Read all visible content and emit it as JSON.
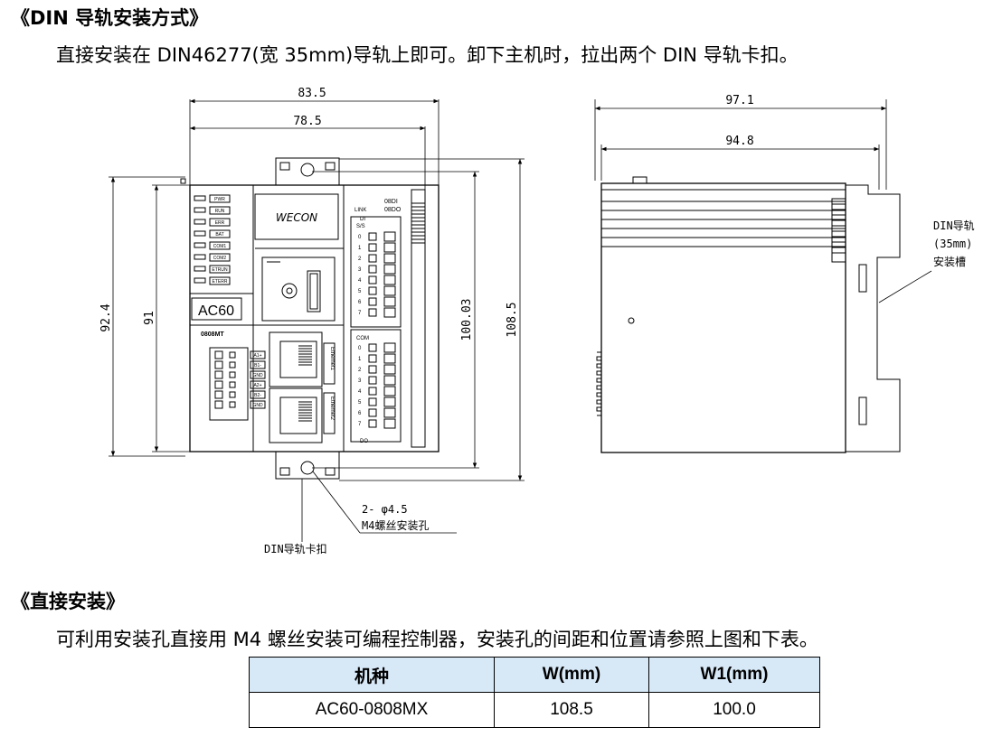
{
  "section1": {
    "heading": "《DIN 导轨安装方式》",
    "text": "直接安装在 DIN46277(宽 35mm)导轨上即可。卸下主机时，拉出两个 DIN 导轨卡扣。"
  },
  "figure": {
    "dim_width_outer": "83.5",
    "dim_width_inner": "78.5",
    "dim_height_left_outer": "92.4",
    "dim_height_left_inner": "91",
    "dim_height_right_inner": "100.03",
    "dim_height_right_outer": "108.5",
    "dim_depth_outer": "97.1",
    "dim_depth_inner": "94.8",
    "brand_logo": "WECON",
    "model_label": "AC60",
    "variant_label": "0808MT",
    "leds": [
      "PWR",
      "RUN",
      "ERR",
      "BAT",
      "COM1",
      "COM2",
      "ETRUN",
      "ETERR"
    ],
    "io_header_top": "08DI",
    "io_header_bottom": "08DO",
    "link_label": "LINK",
    "di_label": "DI",
    "s_s_label": "S/S",
    "com_label": "COM",
    "do_label": "DO",
    "com_terminals": [
      "A1+",
      "B1-",
      "GND",
      "A2+",
      "B2-",
      "GND"
    ],
    "ethernet_labels": [
      "Ethernet1",
      "Ethernet2"
    ],
    "io_numbers_top": [
      "0",
      "1",
      "2",
      "3",
      "4",
      "5",
      "6",
      "7"
    ],
    "io_numbers_bottom": [
      "0",
      "1",
      "2",
      "3",
      "4",
      "5",
      "6",
      "7"
    ],
    "hole_note_line1": "2- φ4.5",
    "hole_note_line2": "M4螺丝安装孔",
    "clip_note": "DIN导轨卡扣",
    "rail_note_line1": "DIN导轨",
    "rail_note_line2": "(35mm)",
    "rail_note_line3": "安装槽"
  },
  "section2": {
    "heading": "《直接安装》",
    "text": "可利用安装孔直接用 M4 螺丝安装可编程控制器，安装孔的间距和位置请参照上图和下表。"
  },
  "table": {
    "headers": [
      "机种",
      "W(mm)",
      "W1(mm)"
    ],
    "rows": [
      [
        "AC60-0808MX",
        "108.5",
        "100.0"
      ]
    ],
    "header_bg": "#d7e8f7"
  }
}
